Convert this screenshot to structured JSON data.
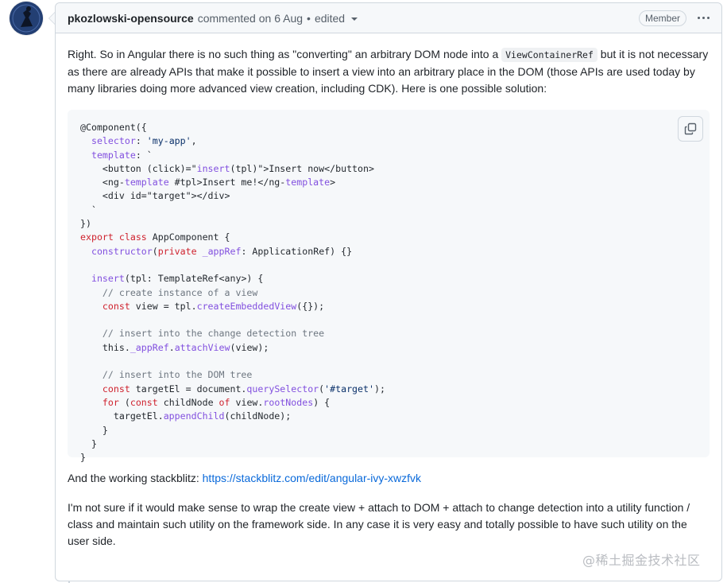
{
  "comment": {
    "author": "pkozlowski-opensource",
    "action": "commented on",
    "date": "6 Aug",
    "separator": "•",
    "edited": "edited",
    "role_badge": "Member",
    "paragraph1": {
      "before": "Right. So in Angular there is no such thing as \"converting\" an arbitrary DOM node into a ",
      "code": "ViewContainerRef",
      "after": " but it is not necessary as there are already APIs that make it possible to insert a view into an arbitrary place in the DOM (those APIs are used today by many libraries doing more advanced view creation, including CDK). Here is one possible solution:"
    },
    "code_lines": [
      "@Component({",
      "  selector: 'my-app',",
      "  template: `",
      "    <button (click)=\"insert(tpl)\">Insert now</button>",
      "    <ng-template #tpl>Insert me!</ng-template>",
      "    <div id=\"target\"></div>",
      "  `",
      "})",
      "export class AppComponent {",
      "  constructor(private _appRef: ApplicationRef) {}",
      "",
      "  insert(tpl: TemplateRef<any>) {",
      "    // create instance of a view",
      "    const view = tpl.createEmbeddedView({});",
      "",
      "    // insert into the change detection tree",
      "    this._appRef.attachView(view);",
      "",
      "    // insert into the DOM tree",
      "    const targetEl = document.querySelector('#target');",
      "    for (const childNode of view.rootNodes) {",
      "      targetEl.appendChild(childNode);",
      "    }",
      "  }",
      "}"
    ],
    "paragraph2": {
      "text": "And the working stackblitz: ",
      "link": "https://stackblitz.com/edit/angular-ivy-xwzfvk"
    },
    "paragraph3": "I'm not sure if it would make sense to wrap the create view + attach to DOM + attach to change detection into a utility function / class and maintain such utility on the framework side. In any case it is very easy and totally possible to have such utility on the user side."
  },
  "watermark": "@稀土掘金技术社区",
  "icons": {
    "copy": "copy-icon",
    "kebab": "kebab-horizontal-icon",
    "caret": "triangle-down-icon"
  },
  "colors": {
    "link": "#0969da",
    "keyword": "#cf222e",
    "string": "#0a3069",
    "function": "#8250df",
    "comment": "#6e7781"
  }
}
